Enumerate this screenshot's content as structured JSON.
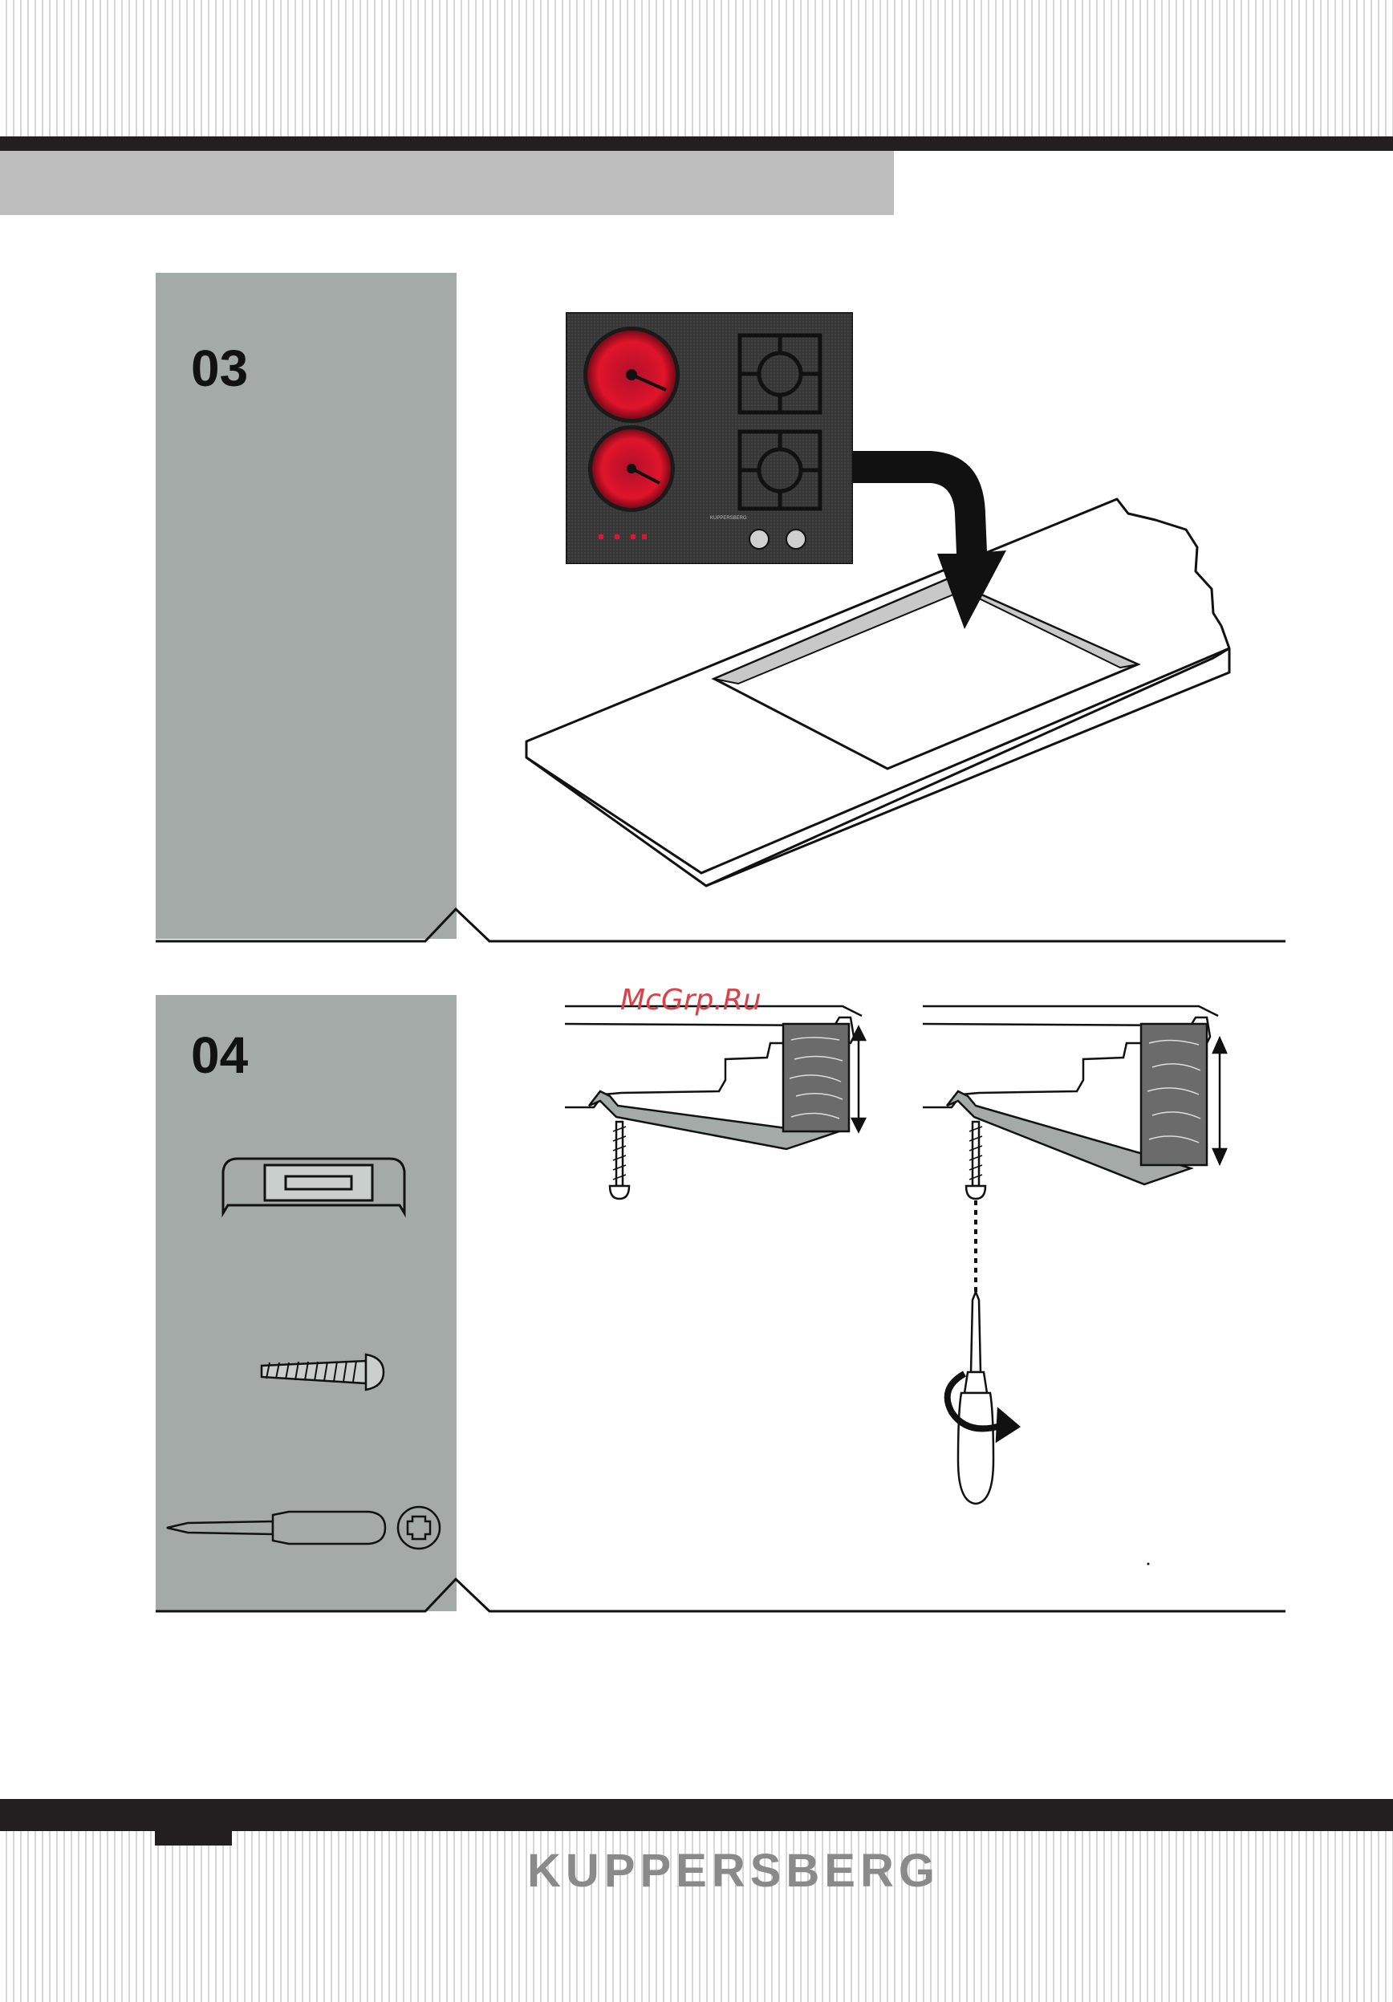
{
  "header": {
    "band_color": "#bdbdbd",
    "bar_color": "#231f20"
  },
  "steps": [
    {
      "number": "03",
      "panel_color": "#a4aaa7",
      "illustration": "hob-into-countertop-cutout"
    },
    {
      "number": "04",
      "panel_color": "#a4aaa7",
      "illustration": "fixing-bracket-screw-screwdriver"
    }
  ],
  "hob": {
    "brand_text": "KUPPERSBERG",
    "burner_color": "#e0142a"
  },
  "watermark": {
    "text": "McGrp.Ru",
    "color": "#d8434a"
  },
  "footer": {
    "brand": "KUPPERSBERG",
    "brand_color": "#8a8a8a"
  }
}
